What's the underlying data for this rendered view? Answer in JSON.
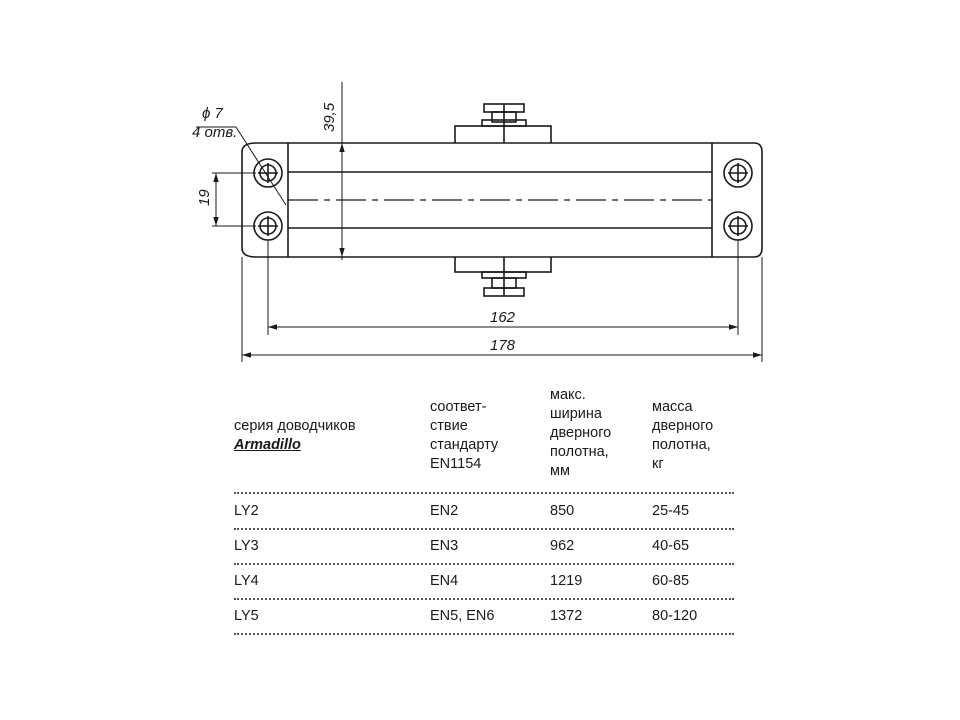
{
  "dimensions": {
    "hole_diameter": "ϕ 7",
    "hole_count": "4 отв.",
    "height": "39,5",
    "hole_vertical_spacing": "19",
    "hole_horizontal_spacing": "162",
    "overall_length": "178"
  },
  "table": {
    "headers": {
      "series": [
        "серия доводчиков",
        "Armadillo"
      ],
      "standard": [
        "соответ-",
        "ствие",
        "стандарту",
        "EN1154"
      ],
      "max_width": [
        "макс.",
        "ширина",
        "дверного",
        "полотна,",
        "мм"
      ],
      "mass": [
        "масса",
        "дверного",
        "полотна,",
        "кг"
      ]
    },
    "rows": [
      {
        "series": "LY2",
        "standard": "EN2",
        "width": "850",
        "mass": "25-45"
      },
      {
        "series": "LY3",
        "standard": "EN3",
        "width": "962",
        "mass": "40-65"
      },
      {
        "series": "LY4",
        "standard": "EN4",
        "width": "1219",
        "mass": "60-85"
      },
      {
        "series": "LY5",
        "standard": "EN5, EN6",
        "width": "1372",
        "mass": "80-120"
      }
    ]
  }
}
